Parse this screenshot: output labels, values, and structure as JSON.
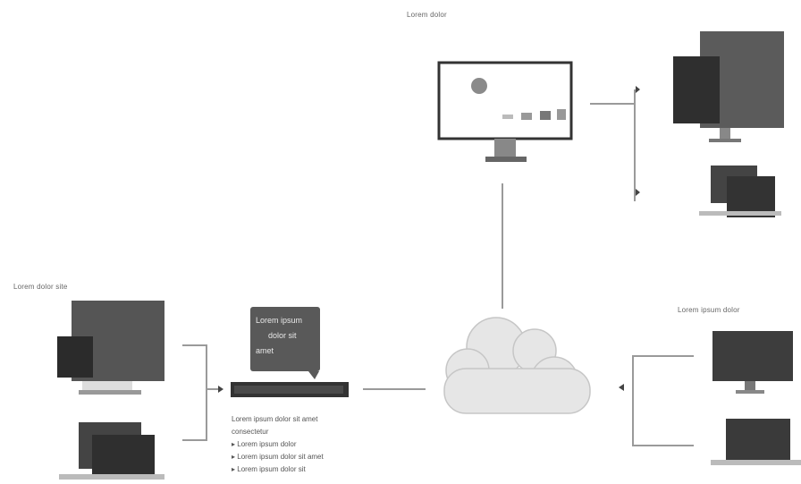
{
  "labels": {
    "top": "Lorem dolor",
    "left": "Lorem dolor site",
    "right": "Lorem ipsum dolor"
  },
  "speech_bubble": {
    "line1": "Lorem ipsum",
    "line2": "dolor sit",
    "line3": "amet"
  },
  "server": {
    "caption1": "Lorem ipsum dolor sit amet",
    "caption2": "consectetur",
    "bullets": [
      "Lorem ipsum dolor",
      "Lorem ipsum dolor sit amet",
      "Lorem ipsum dolor sit"
    ]
  },
  "colors": {
    "line": "#9a9a9a",
    "screen_dark": "#4a4a4a",
    "cloud": "#e6e6e6"
  },
  "icons": [
    "monitor-icon",
    "laptop-icon",
    "cloud-icon",
    "speech-bubble-icon",
    "server-bar-icon"
  ]
}
